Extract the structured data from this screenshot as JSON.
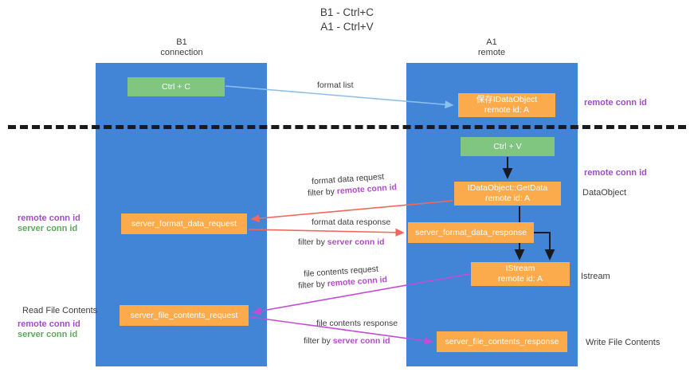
{
  "title": {
    "line1": "B1 - Ctrl+C",
    "line2": "A1 - Ctrl+V"
  },
  "lanes": [
    {
      "id": "b1",
      "name": "B1",
      "subtitle": "connection",
      "color": "#4285d6"
    },
    {
      "id": "a1",
      "name": "A1",
      "subtitle": "remote",
      "color": "#4285d6"
    }
  ],
  "nodes": {
    "ctrl_c": {
      "label": "Ctrl + C",
      "color": "#80c680"
    },
    "idataobject_save": {
      "line1": "保存IDataObject",
      "line2": "remote id: A",
      "color": "#fbab4b"
    },
    "ctrl_v": {
      "label": "Ctrl + V",
      "color": "#80c680"
    },
    "getdata": {
      "line1": "IDataObject::GetData",
      "line2": "remote id: A",
      "color": "#fbab4b"
    },
    "server_format_data_request": {
      "label": "server_format_data_request",
      "color": "#fbab4b"
    },
    "server_format_data_response": {
      "label": "server_format_data_response",
      "color": "#fbab4b"
    },
    "istream": {
      "line1": "IStream",
      "line2": "remote id: A",
      "color": "#fbab4b"
    },
    "server_file_contents_request": {
      "label": "server_file_contents_request",
      "color": "#fbab4b"
    },
    "server_file_contents_response": {
      "label": "server_file_contents_response",
      "color": "#fbab4b"
    }
  },
  "edge_labels": {
    "format_list": "format list",
    "format_data_request": "format data request",
    "format_data_request_filter_prefix": "filter by ",
    "format_data_request_filter_key": "remote conn id",
    "format_data_response": "format data response",
    "format_data_response_filter_prefix": "filter by ",
    "format_data_response_filter_key": "server conn id",
    "file_contents_request": "file contents request",
    "file_contents_request_filter_prefix": "filter by ",
    "file_contents_request_filter_key": "remote conn id",
    "file_contents_response": "file contents response",
    "file_contents_response_filter_prefix": "filter by ",
    "file_contents_response_filter_key": "server conn id"
  },
  "annotations": {
    "remote_conn_id": "remote conn id",
    "server_conn_id": "server conn id",
    "data_object": "DataObject",
    "istream": "Istream",
    "read_file_contents": "Read File Contents",
    "write_file_contents": "Write File Contents"
  },
  "colors": {
    "lane": "#4285d6",
    "green_node": "#80c680",
    "orange_node": "#fbab4b",
    "purple_text": "#a24cc8",
    "green_text": "#5fa85f",
    "arrow_light_blue": "#8cc0ec",
    "arrow_red": "#f2675c",
    "arrow_magenta": "#c44cd4",
    "arrow_dark": "#1a1a1a",
    "divider": "#1a1a1a"
  }
}
